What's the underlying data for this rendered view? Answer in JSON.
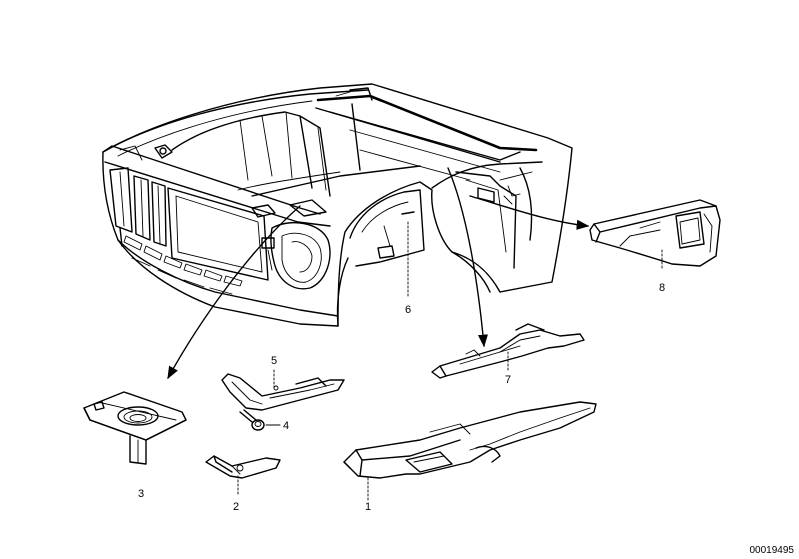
{
  "diagram": {
    "callouts": [
      {
        "id": "1",
        "label": "1"
      },
      {
        "id": "2",
        "label": "2"
      },
      {
        "id": "3",
        "label": "3"
      },
      {
        "id": "4",
        "label": "4"
      },
      {
        "id": "5",
        "label": "5"
      },
      {
        "id": "6",
        "label": "6"
      },
      {
        "id": "7",
        "label": "7"
      },
      {
        "id": "8",
        "label": "8"
      }
    ],
    "part_number": "00019495"
  }
}
